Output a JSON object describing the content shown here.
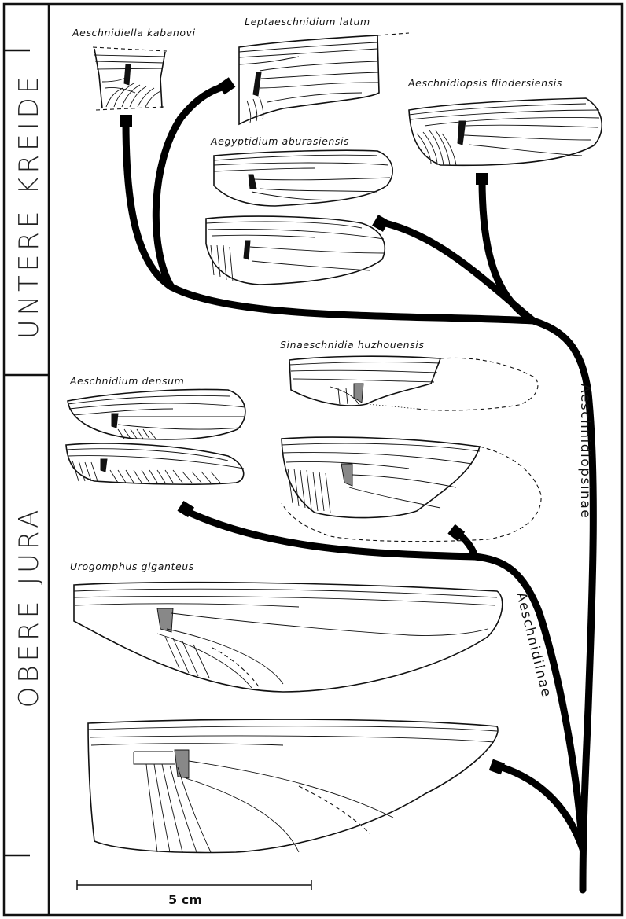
{
  "epochs": {
    "upper": "UNTERE KREIDE",
    "lower": "OBERE JURA"
  },
  "clades": {
    "aeschnidiopsinae": "Aeschnidiopsinae",
    "aeschnidiinae": "Aeschnidiinae"
  },
  "species": {
    "aeschnidiella": "Aeschnidiella kabanovi",
    "leptaeschnidium": "Leptaeschnidium latum",
    "aeschnidiopsis": "Aeschnidiopsis flindersiensis",
    "aegyptidium": "Aegyptidium aburasiensis",
    "sinaeschnidia": "Sinaeschnidia huzhouensis",
    "aeschnidium": "Aeschnidium densum",
    "urogomphus": "Urogomphus giganteus"
  },
  "scale": {
    "label": "5 cm"
  }
}
